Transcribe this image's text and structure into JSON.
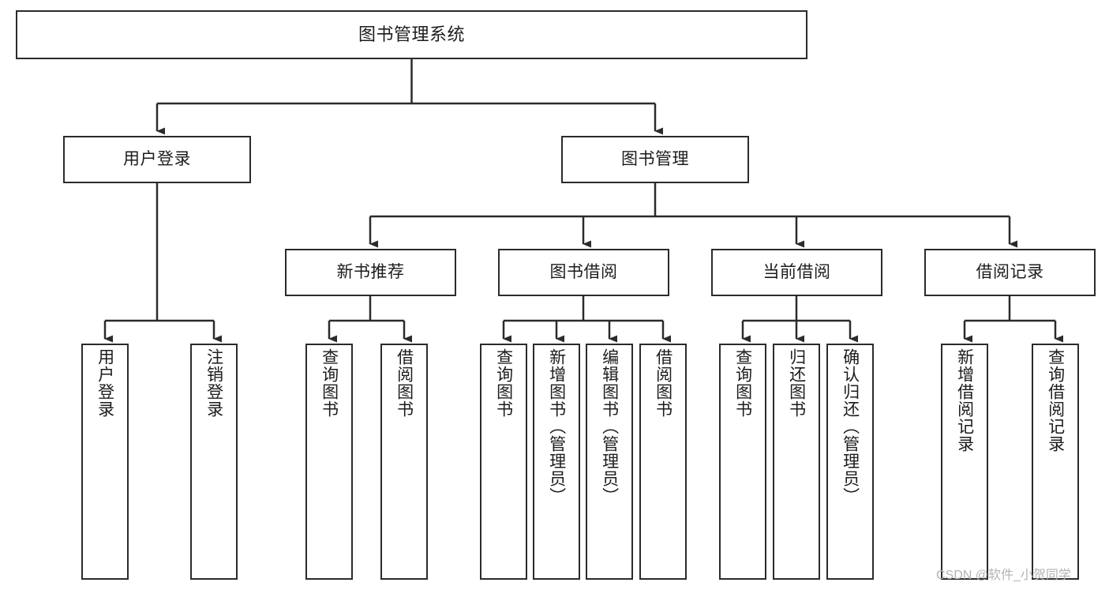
{
  "diagram": {
    "title": "图书管理系统",
    "type": "tree",
    "orientation": "top-down",
    "colors": {
      "box_border": "#2b2b2b",
      "box_fill": "#ffffff",
      "edge": "#2b2b2b",
      "background": "#ffffff",
      "watermark": "#b3b3b3"
    },
    "root": {
      "label": "图书管理系统"
    },
    "level2": [
      {
        "label": "用户登录"
      },
      {
        "label": "图书管理"
      }
    ],
    "level3": [
      {
        "label": "新书推荐"
      },
      {
        "label": "图书借阅"
      },
      {
        "label": "当前借阅"
      },
      {
        "label": "借阅记录"
      }
    ],
    "leaves": {
      "user_login": [
        {
          "label": "用户登录"
        },
        {
          "label": "注销登录"
        }
      ],
      "new_book_recommend": [
        {
          "label": "查询图书"
        },
        {
          "label": "借阅图书"
        }
      ],
      "book_borrow": [
        {
          "label": "查询图书"
        },
        {
          "label": "新增图书（管理员）"
        },
        {
          "label": "编辑图书（管理员）"
        },
        {
          "label": "借阅图书"
        }
      ],
      "current_borrow": [
        {
          "label": "查询图书"
        },
        {
          "label": "归还图书"
        },
        {
          "label": "确认归还（管理员）"
        }
      ],
      "borrow_record": [
        {
          "label": "新增借阅记录"
        },
        {
          "label": "查询借阅记录"
        }
      ]
    }
  },
  "watermark": {
    "text": "CSDN @软件_小贺同学"
  }
}
